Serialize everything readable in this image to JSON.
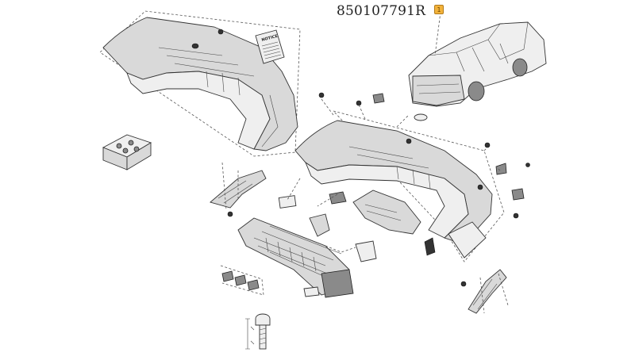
{
  "diagram": {
    "part_number": "850107791R",
    "callout_label": "1",
    "notice_label": "NOTICE"
  },
  "colors": {
    "callout_fill": "#f2b23a",
    "line": "#333333",
    "shade": "#d9d9d9"
  }
}
